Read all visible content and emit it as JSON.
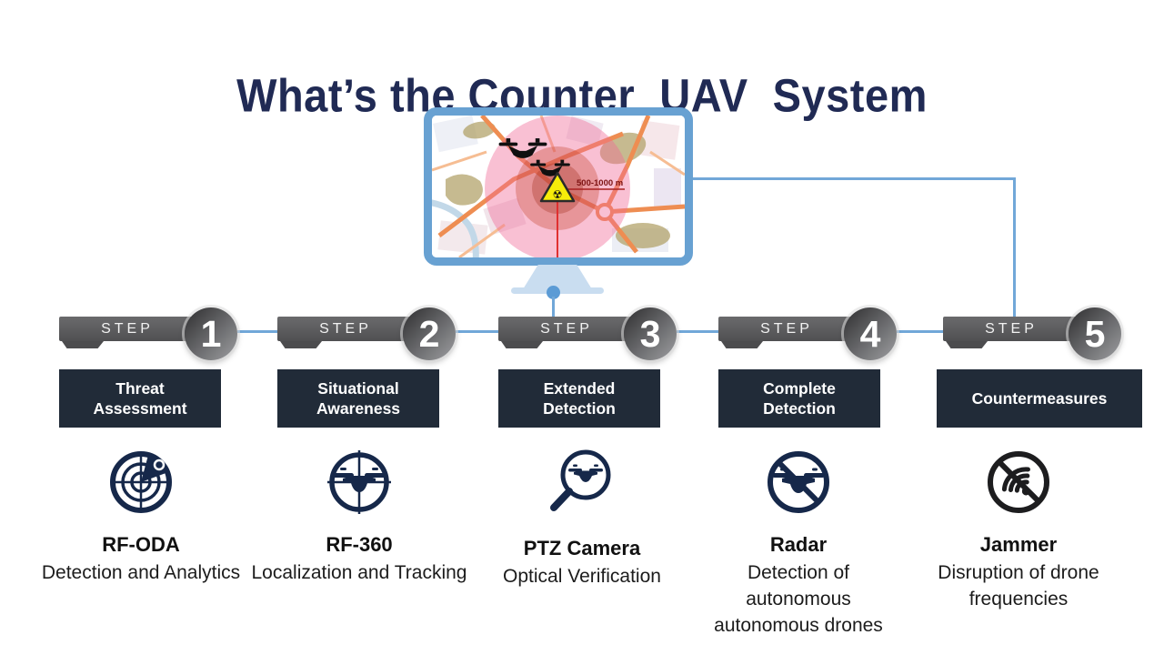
{
  "title": "What’s the Counter  UAV  System",
  "colors": {
    "title_navy": "#202a54",
    "accent_blue": "#71a7d8",
    "monitor_frame_blue": "#68a1d2",
    "box_dark": "#212b38",
    "banner_gray": "#5a5a5c",
    "icon_navy": "#16284a",
    "jammer_black": "#1d1d1f",
    "map_pink": "#f06a95",
    "alert_red": "#d23430",
    "warning_yellow": "#f6ec0a"
  },
  "monitor": {
    "range_label": "500-1000 m"
  },
  "steps": [
    {
      "step_label": "STEP",
      "number": "1",
      "icon": "radar-icon",
      "box_lines": [
        "Threat",
        "Assessment"
      ],
      "name": "RF-ODA",
      "description": "Detection and Analytics"
    },
    {
      "step_label": "STEP",
      "number": "2",
      "icon": "drone-crosshair-icon",
      "box_lines": [
        "Situational",
        "Awareness"
      ],
      "name": "RF-360",
      "description": "Localization and Tracking"
    },
    {
      "step_label": "STEP",
      "number": "3",
      "icon": "magnifier-drone-icon",
      "box_lines": [
        "Extended",
        "Detection"
      ],
      "name": "PTZ Camera",
      "description": "Optical Verification"
    },
    {
      "step_label": "STEP",
      "number": "4",
      "icon": "no-drone-icon",
      "box_lines": [
        "Complete",
        "Detection"
      ],
      "name": "Radar",
      "description": "Detection of autonomous autonomous drones"
    },
    {
      "step_label": "STEP",
      "number": "5",
      "icon": "no-wifi-icon",
      "box_lines": [
        "Countermeasures"
      ],
      "name": "Jammer",
      "description": "Disruption of drone frequencies"
    }
  ]
}
